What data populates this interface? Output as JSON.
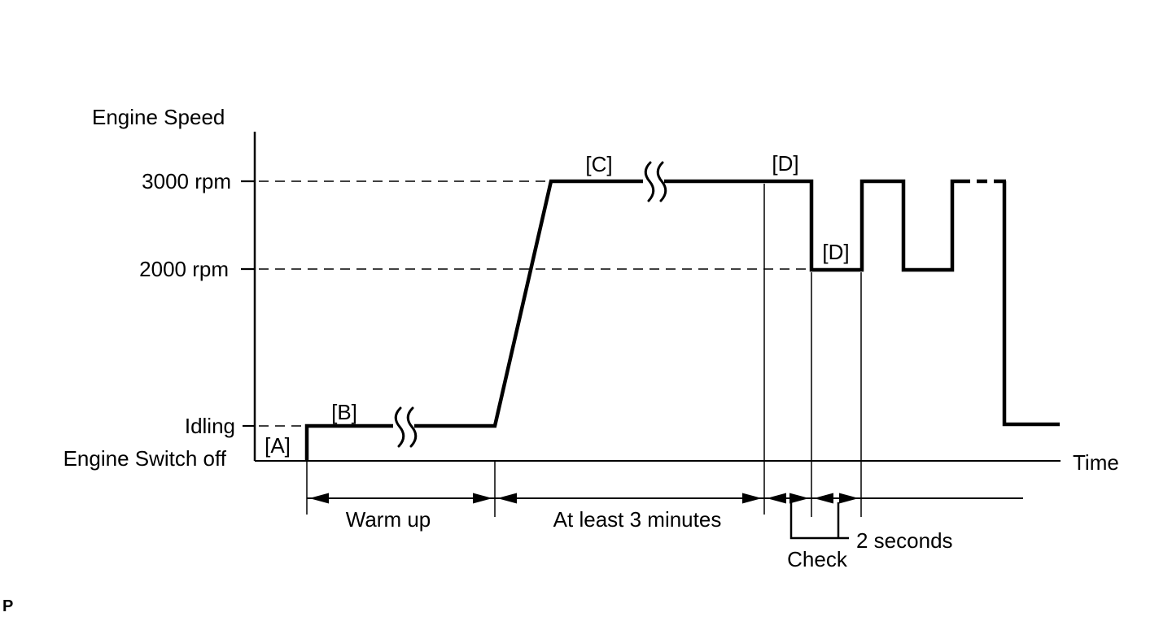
{
  "labels": {
    "engine_speed": "Engine Speed",
    "time": "Time",
    "rpm_3000": "3000 rpm",
    "rpm_2000": "2000 rpm",
    "idling": "Idling",
    "engine_switch_off": "Engine Switch off"
  },
  "points": {
    "a": "[A]",
    "b": "[B]",
    "c": "[C]",
    "d_high": "[D]",
    "d_low": "[D]"
  },
  "annotations": {
    "warm_up": "Warm up",
    "at_least_3_minutes": "At least 3 minutes",
    "two_seconds": "2 seconds",
    "check": "Check"
  },
  "page_marker": "P",
  "chart_data": {
    "type": "line",
    "title": "",
    "xlabel": "Time",
    "ylabel": "Engine Speed",
    "y_levels": [
      "Engine Switch off",
      "Idling",
      "2000 rpm",
      "3000 rpm"
    ],
    "grid": "dashed reference lines at 3000 rpm, 2000 rpm and Idling",
    "sequence": [
      {
        "point": "[A]",
        "event": "engine started from Engine Switch off to Idling"
      },
      {
        "point": "[B]",
        "level": "Idling",
        "duration": "Warm up",
        "note": "time-axis break symbol shown"
      },
      {
        "point": "[C]",
        "level": "3000 rpm",
        "duration": "At least 3 minutes",
        "note": "time-axis break symbol shown"
      },
      {
        "point": "[D]",
        "level": "alternate 3000 rpm and 2000 rpm",
        "duration": "2 seconds each",
        "phase": "Check",
        "note": "pattern repeats (dashed continuation), then returns to Idling"
      }
    ]
  }
}
